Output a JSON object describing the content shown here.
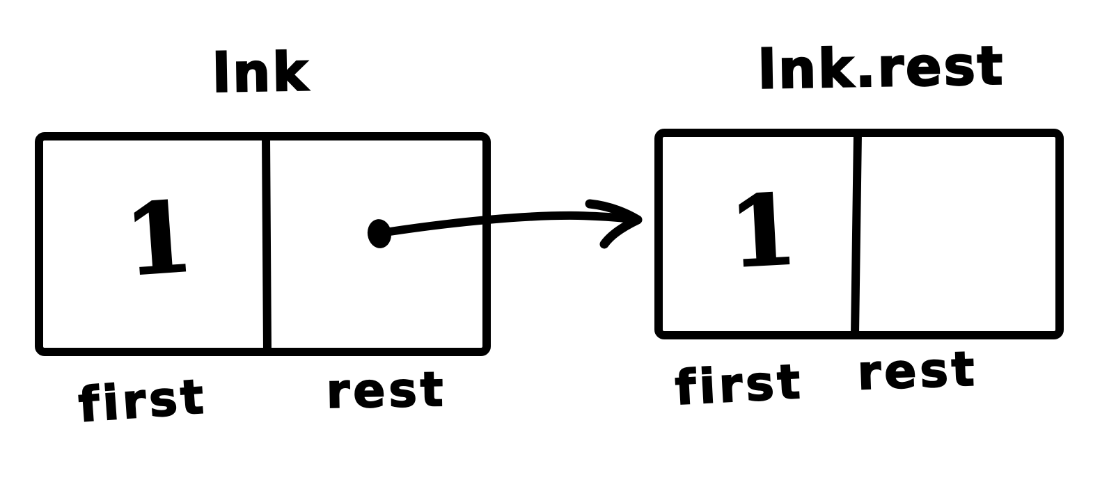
{
  "diagram": {
    "background_color": "#ffffff",
    "ink_color": "#000000",
    "nodes": [
      {
        "title": "lnk",
        "cells": [
          {
            "label": "first",
            "value": "1"
          },
          {
            "label": "rest",
            "value": ""
          }
        ]
      },
      {
        "title": "lnk.rest",
        "cells": [
          {
            "label": "first",
            "value": "1"
          },
          {
            "label": "rest",
            "value": ""
          }
        ]
      }
    ],
    "arrow": {
      "from": "lnk rest cell",
      "to": "lnk.rest node",
      "style": "hand-drawn pointer with dot origin and arrowhead"
    }
  }
}
